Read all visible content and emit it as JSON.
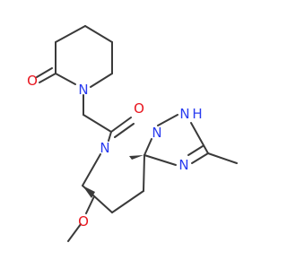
{
  "colors": {
    "bond": "#3a3a3a",
    "oxygen": "#e8141d",
    "nitrogen": "#2a3cf0",
    "carbon_label": "#3a3a3a"
  },
  "atoms": {
    "o_lactam": "O",
    "n_piperidine": "N",
    "o_amide": "O",
    "n_pyrrolidine": "N",
    "o_methoxy": "O",
    "n_triazole_1": "N",
    "n_triazole_2": "N",
    "nh_triazole": "H",
    "n_triazole_4": "N"
  }
}
